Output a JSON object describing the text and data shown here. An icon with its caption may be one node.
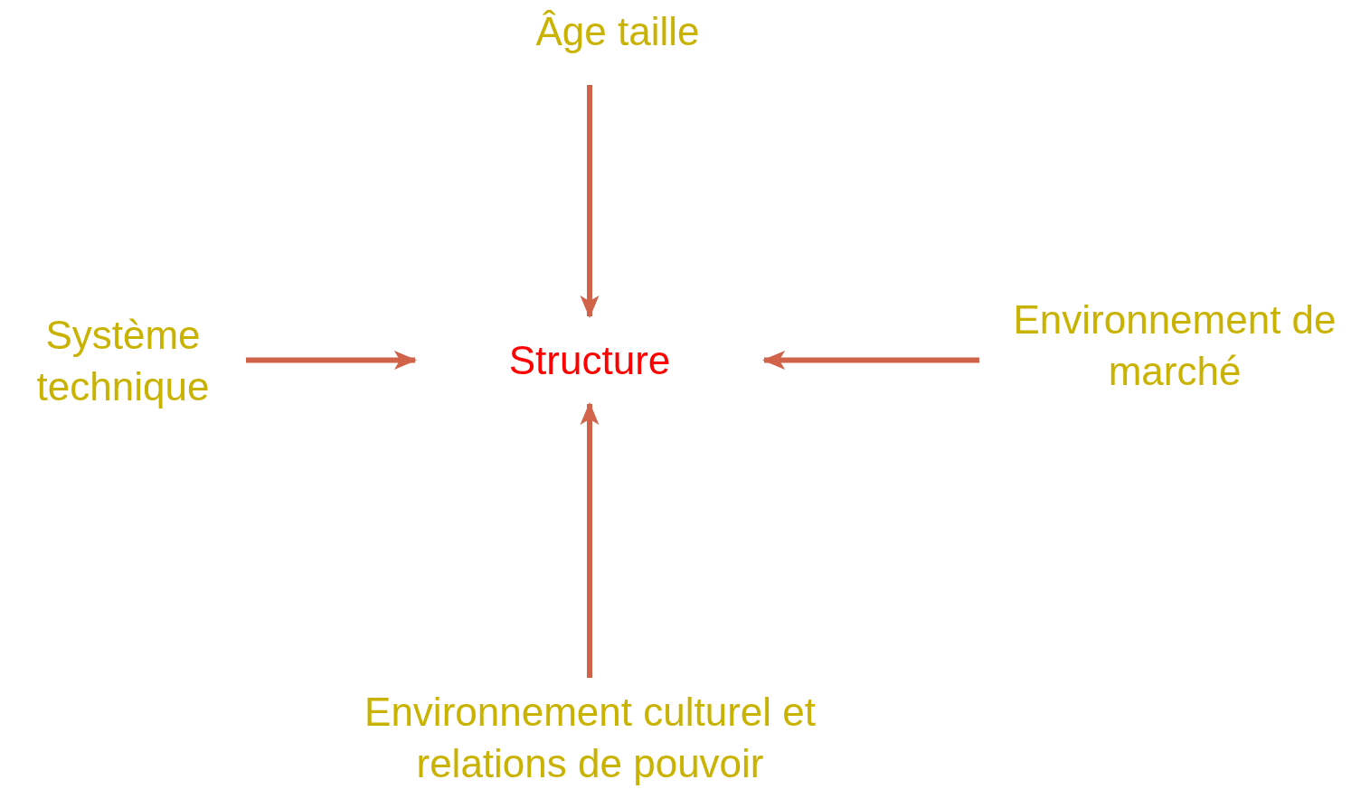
{
  "diagram": {
    "nodes": [
      {
        "text": [
          "Structure"
        ]
      },
      {
        "text": [
          "Âge taille"
        ]
      },
      {
        "text": [
          "Système technique"
        ]
      },
      {
        "text": [
          "Environnement de marché"
        ]
      },
      {
        "text": [
          "Environnement culturel et relations de pouvoir"
        ]
      }
    ],
    "edges": [
      {
        "from": 1,
        "to": 0,
        "arrow": "to"
      },
      {
        "from": 2,
        "to": 0,
        "arrow": "to"
      },
      {
        "from": 3,
        "to": 0,
        "arrow": "to"
      },
      {
        "from": 4,
        "to": 0,
        "arrow": "to"
      }
    ]
  }
}
